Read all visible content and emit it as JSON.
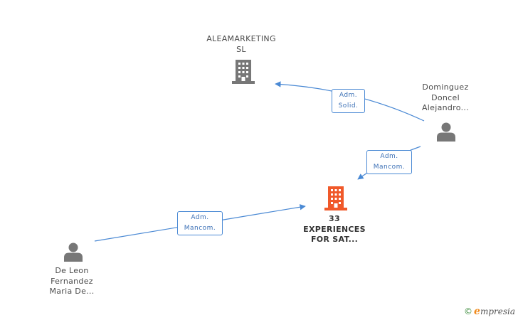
{
  "nodes": {
    "aleamarketing": {
      "line1": "ALEAMARKETING",
      "line2": "SL",
      "type": "company",
      "color": "#777777"
    },
    "experiences": {
      "line1": "33",
      "line2": "EXPERIENCES",
      "line3": "FOR SAT...",
      "type": "company",
      "color": "#f0592a"
    },
    "dominguez": {
      "line1": "Dominguez",
      "line2": "Doncel",
      "line3": "Alejandro...",
      "type": "person",
      "color": "#777777"
    },
    "deleon": {
      "line1": "De Leon",
      "line2": "Fernandez",
      "line3": "Maria De...",
      "type": "person",
      "color": "#777777"
    }
  },
  "edges": {
    "solid": {
      "line1": "Adm.",
      "line2": "Solid."
    },
    "mancom_top": {
      "line1": "Adm.",
      "line2": "Mancom."
    },
    "mancom_left": {
      "line1": "Adm.",
      "line2": "Mancom."
    }
  },
  "colors": {
    "edge": "#4a89d4"
  },
  "brand": {
    "copyright": "©",
    "initial": "e",
    "name": "mpresia"
  }
}
